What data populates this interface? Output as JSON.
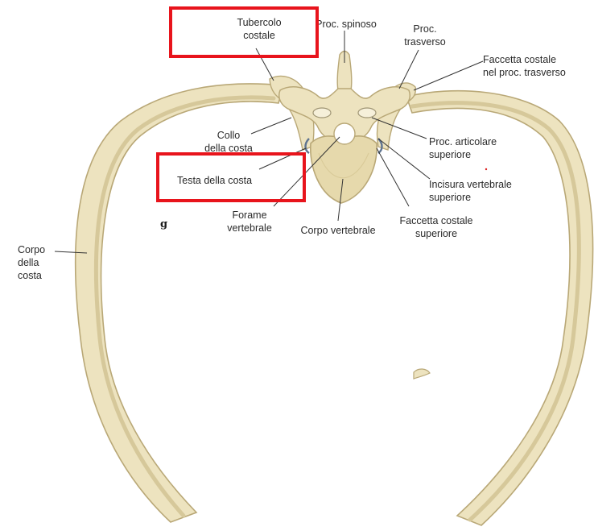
{
  "figure_letter": "g",
  "labels": {
    "tubercolo_costale": "Tubercolo\ncostale",
    "proc_spinoso": "Proc. spinoso",
    "proc_trasverso": "Proc.\ntrasverso",
    "faccetta_costale_trasverso": "Faccetta costale\nnel proc. trasverso",
    "collo_costa": "Collo\ndella costa",
    "testa_costa": "Testa della costa",
    "proc_articolare": "Proc. articolare\nsuperiore",
    "incisura_vertebrale": "Incisura vertebrale\nsuperiore",
    "faccetta_costale_superiore": "Faccetta costale\nsuperiore",
    "forame_vertebrale": "Forame\nvertebrale",
    "corpo_vertebrale": "Corpo vertebrale",
    "corpo_costa": "Corpo\ndella\ncosta"
  },
  "highlight_color": "#e8141c",
  "bone_colors": {
    "fill": "#ede3bf",
    "shade": "#d6c89a",
    "outline": "#b9a877"
  }
}
